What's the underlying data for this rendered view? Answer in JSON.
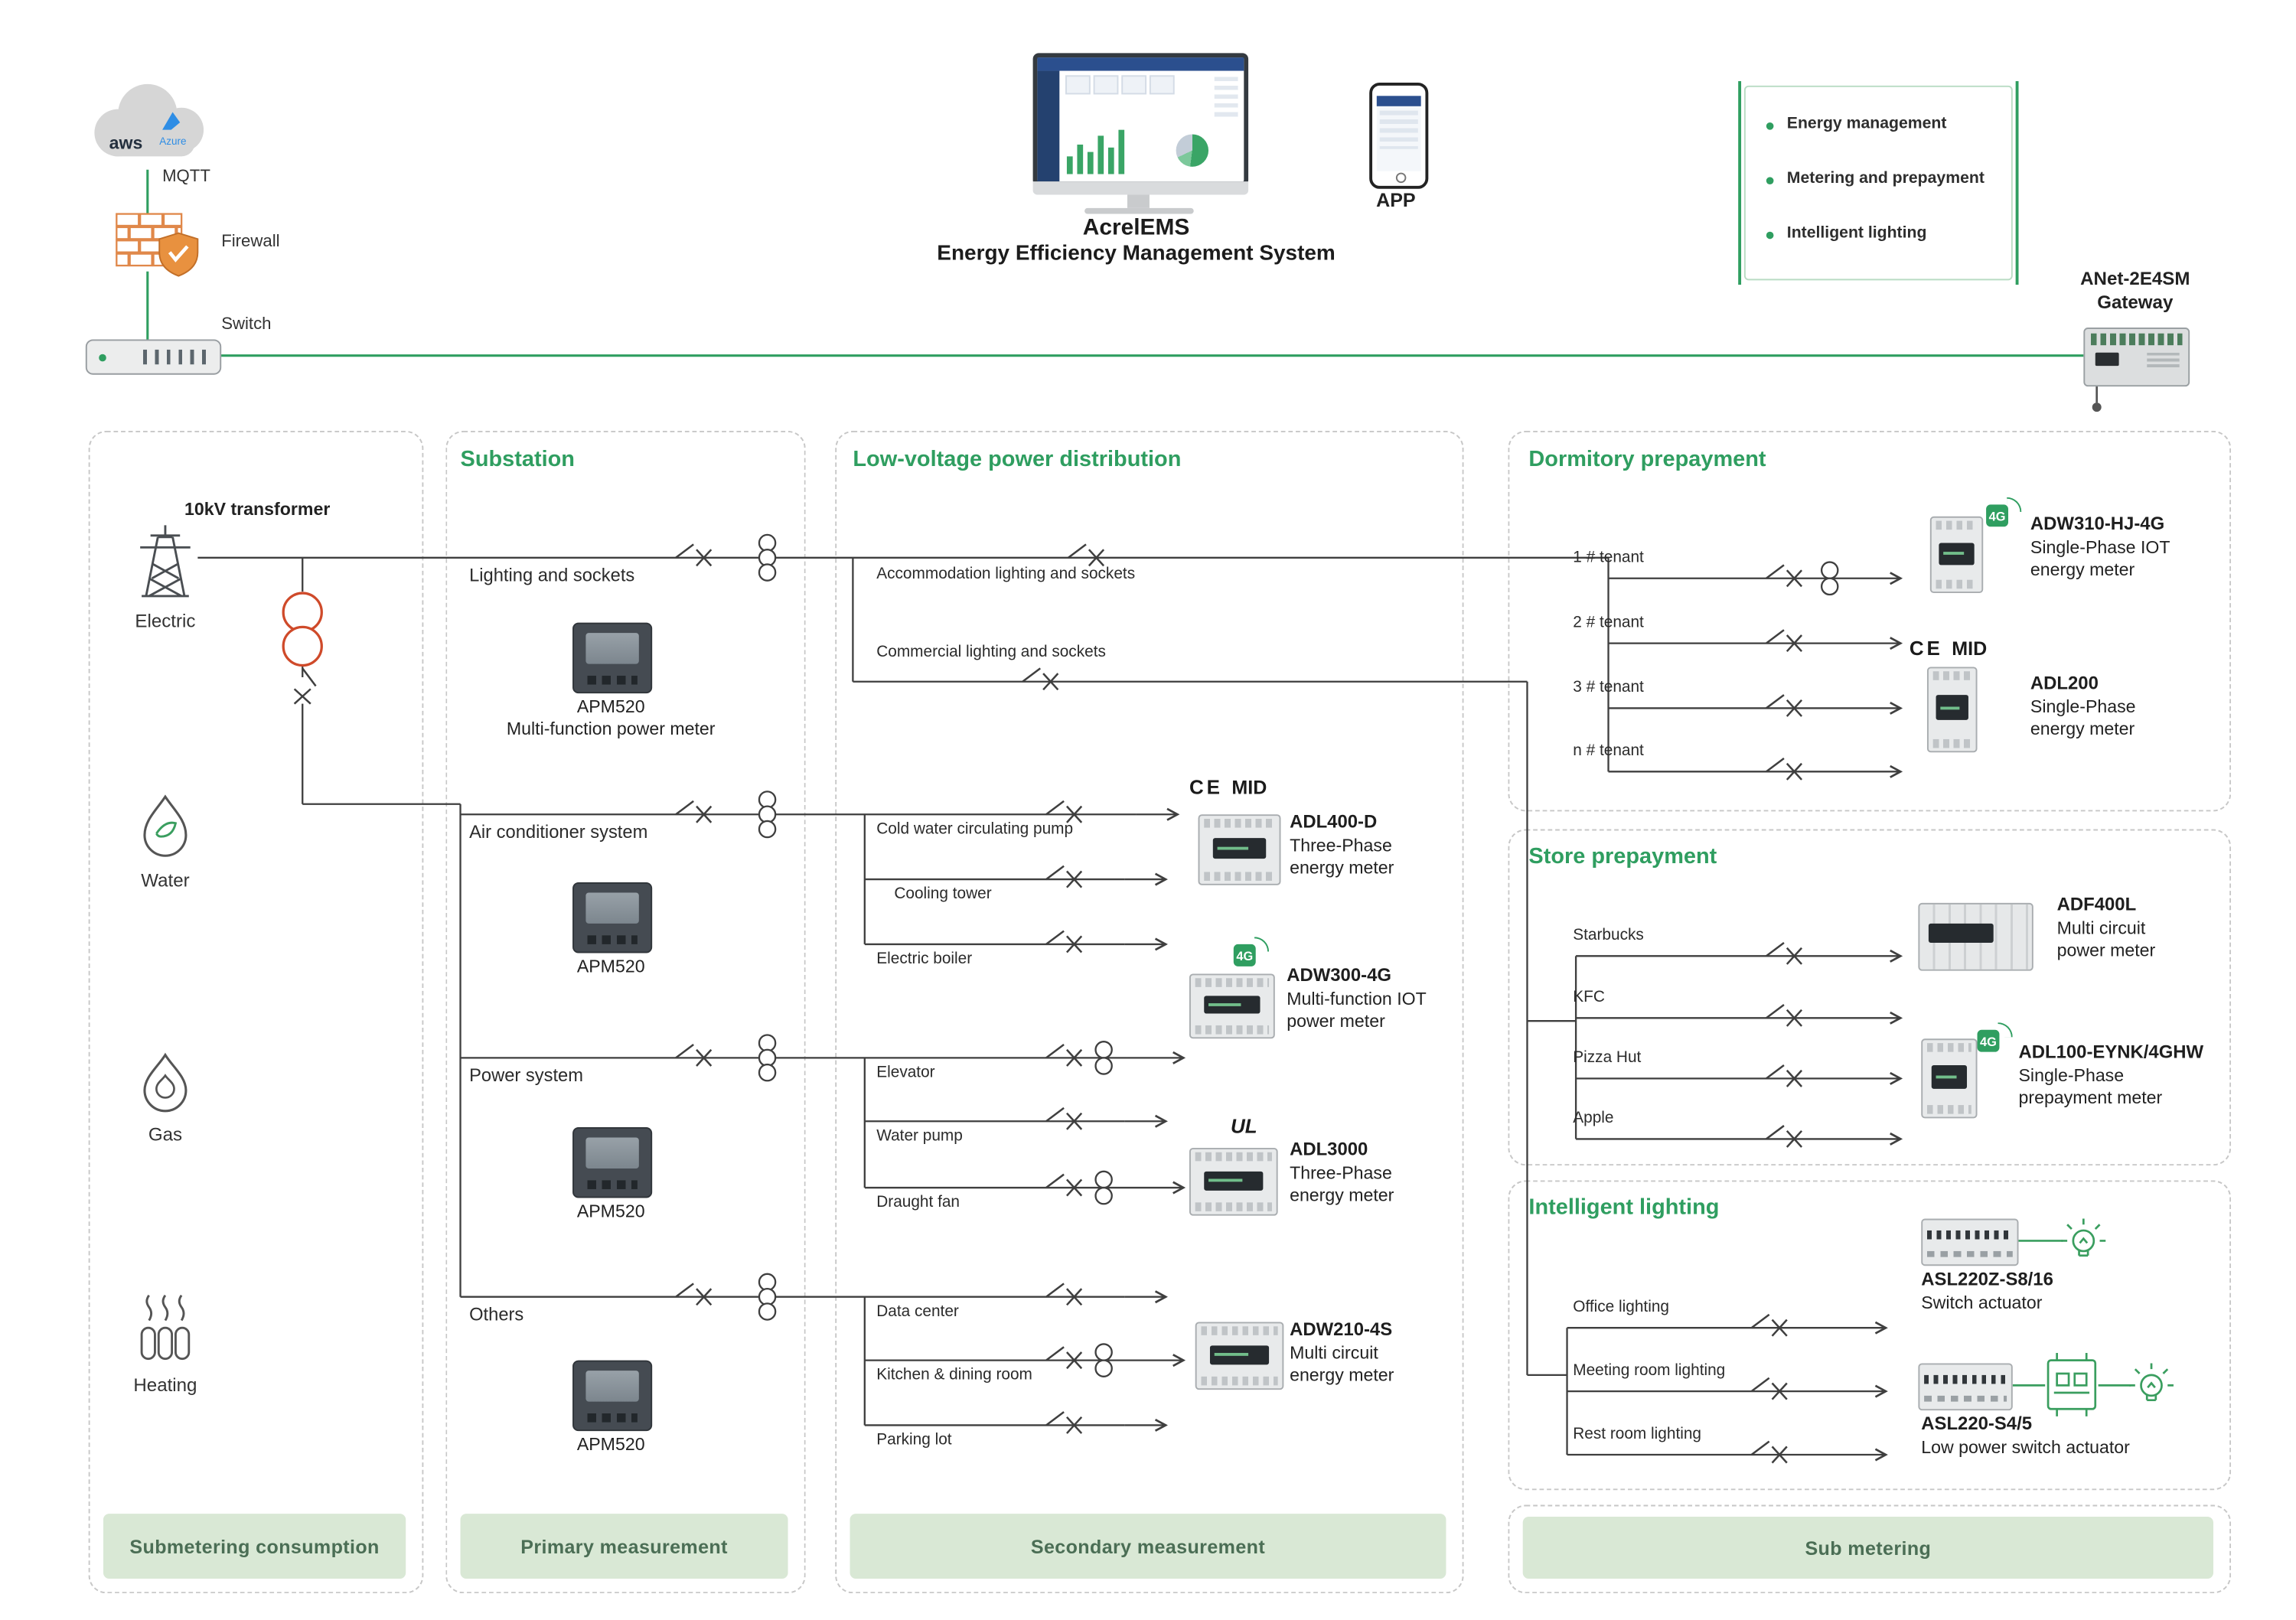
{
  "header": {
    "cloud_aws": "aws",
    "cloud_azure": "Azure",
    "mqtt_label": "MQTT",
    "firewall_label": "Firewall",
    "switch_label": "Switch",
    "system_title": "AcrelEMS",
    "system_subtitle": "Energy Efficiency Management System",
    "app_label": "APP",
    "features": [
      "Energy management",
      "Metering and prepayment",
      "Intelligent lighting"
    ],
    "gateway_name": "ANet-2E4SM",
    "gateway_type": "Gateway"
  },
  "badges": {
    "ce": "CE",
    "mid": "MID",
    "ul": "UL",
    "g4": "4G"
  },
  "submetering": {
    "transformer_label": "10kV transformer",
    "utilities": [
      "Electric",
      "Water",
      "Gas",
      "Heating"
    ],
    "footer": "Submetering consumption"
  },
  "substation": {
    "title": "Substation",
    "branches": [
      "Lighting and sockets",
      "Air conditioner system",
      "Power system",
      "Others"
    ],
    "meter_name": "APM520",
    "meter_desc": "Multi-function power meter",
    "footer": "Primary measurement"
  },
  "distribution": {
    "title": "Low-voltage power distribution",
    "loads": [
      "Accommodation lighting and sockets",
      "Commercial lighting and sockets",
      "Cold water circulating pump",
      "Cooling tower",
      "Electric boiler",
      "Elevator",
      "Water pump",
      "Draught fan",
      "Data center",
      "Kitchen & dining room",
      "Parking lot"
    ],
    "meters": [
      {
        "name": "ADL400-D",
        "desc": "Three-Phase energy meter"
      },
      {
        "name": "ADW300-4G",
        "desc": "Multi-function IOT power meter"
      },
      {
        "name": "ADL3000",
        "desc": "Three-Phase energy meter"
      },
      {
        "name": "ADW210-4S",
        "desc": "Multi circuit energy meter"
      }
    ],
    "footer": "Secondary measurement"
  },
  "dormitory": {
    "title": "Dormitory prepayment",
    "tenants": [
      "1 # tenant",
      "2 # tenant",
      "3 # tenant",
      "n # tenant"
    ],
    "meters": [
      {
        "name": "ADW310-HJ-4G",
        "desc": "Single-Phase IOT energy meter"
      },
      {
        "name": "ADL200",
        "desc": "Single-Phase energy meter"
      }
    ]
  },
  "store": {
    "title": "Store prepayment",
    "stores": [
      "Starbucks",
      "KFC",
      "Pizza Hut",
      "Apple"
    ],
    "meters": [
      {
        "name": "ADF400L",
        "desc": "Multi circuit power meter"
      },
      {
        "name": "ADL100-EYNK/4GHW",
        "desc": "Single-Phase prepayment meter"
      }
    ]
  },
  "lighting": {
    "title": "Intelligent lighting",
    "circuits": [
      "Office lighting",
      "Meeting room lighting",
      "Rest room lighting"
    ],
    "devices": [
      {
        "name": "ASL220Z-S8/16",
        "desc": "Switch actuator"
      },
      {
        "name": "ASL220-S4/5",
        "desc": "Low power switch actuator"
      }
    ]
  },
  "submeter_footer": "Sub metering"
}
